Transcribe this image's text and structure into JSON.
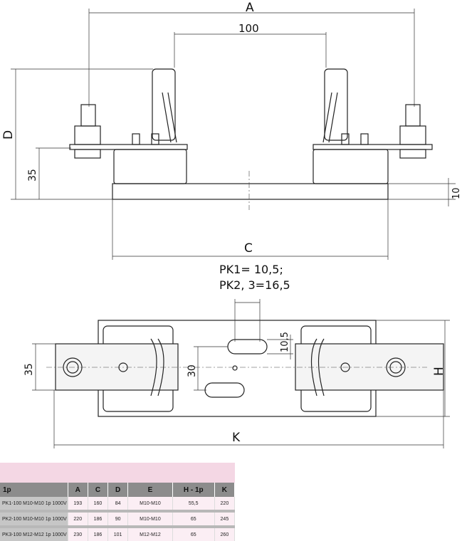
{
  "drawing": {
    "dim_a": "A",
    "dim_100": "100",
    "dim_d": "D",
    "dim_35_side": "35",
    "dim_10": "10",
    "dim_c": "C",
    "note_pk1": "PK1= 10,5;",
    "note_pk23": "PK2, 3=16,5",
    "dim_35_plan": "35",
    "dim_30": "30",
    "dim_10_5": "10,5",
    "dim_h": "H",
    "dim_k": "K"
  },
  "table": {
    "headers": [
      "1p",
      "A",
      "C",
      "D",
      "E",
      "H - 1p",
      "K"
    ],
    "rows": [
      [
        "PK1-100 M10-M10 1p 1000V",
        "193",
        "160",
        "84",
        "M10-M10",
        "55,5",
        "220"
      ],
      [
        "PK2-100 M10-M10 1p 1000V",
        "220",
        "186",
        "90",
        "M10-M10",
        "65",
        "245"
      ],
      [
        "PK3-100 M12-M12 1p 1000V",
        "230",
        "186",
        "101",
        "M12-M12",
        "65",
        "260"
      ]
    ]
  }
}
